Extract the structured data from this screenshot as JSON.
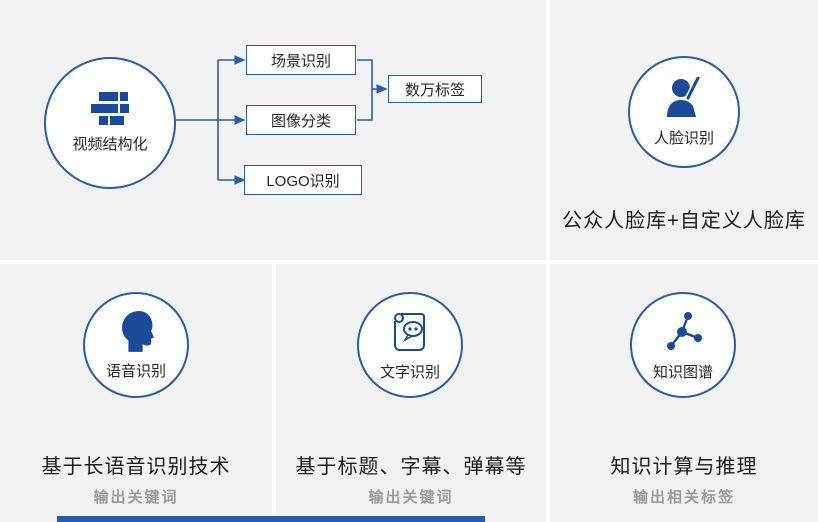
{
  "colors": {
    "accent_blue": "#2a5caa",
    "icon_blue": "#1b4a9b",
    "panel_gray": "#f2f2f2",
    "text_dark": "#262626",
    "muted_gray": "#9b9b9b"
  },
  "top_left": {
    "source_label": "视频结构化",
    "branch_boxes": [
      "场景识别",
      "图像分类",
      "LOGO识别"
    ],
    "result_box": "数万标签",
    "icon": "video-structure-icon"
  },
  "top_right": {
    "circle_label": "人脸识别",
    "caption": "公众人脸库+自定义人脸库",
    "icon": "person-face-icon"
  },
  "bottom": [
    {
      "circle_label": "语音识别",
      "caption": "基于长语音识别技术",
      "sub": "输出关键词",
      "icon": "head-profile-icon"
    },
    {
      "circle_label": "文字识别",
      "caption": "基于标题、字幕、弹幕等",
      "sub": "输出关键词",
      "icon": "scroll-speech-icon"
    },
    {
      "circle_label": "知识图谱",
      "caption": "知识计算与推理",
      "sub": "输出相关标签",
      "icon": "network-graph-icon"
    }
  ]
}
